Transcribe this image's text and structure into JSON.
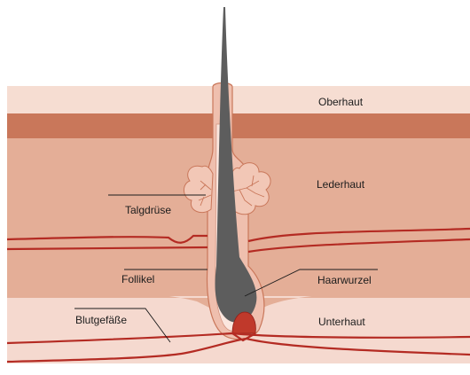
{
  "labels": {
    "oberhaut": "Oberhaut",
    "lederhaut": "Lederhaut",
    "talgdruese": "Talgdrüse",
    "follikel": "Follikel",
    "haarwurzel": "Haarwurzel",
    "blutgefaesse": "Blutgefäße",
    "unterhaut": "Unterhaut"
  },
  "colors": {
    "epidermis": "#f6ddd2",
    "stratum_band": "#c9775a",
    "dermis": "#e4ae97",
    "subcutis": "#f5d9cf",
    "vessel": "#b42b23",
    "hair": "#5d5d5d",
    "gland": "#f2c7b6"
  }
}
